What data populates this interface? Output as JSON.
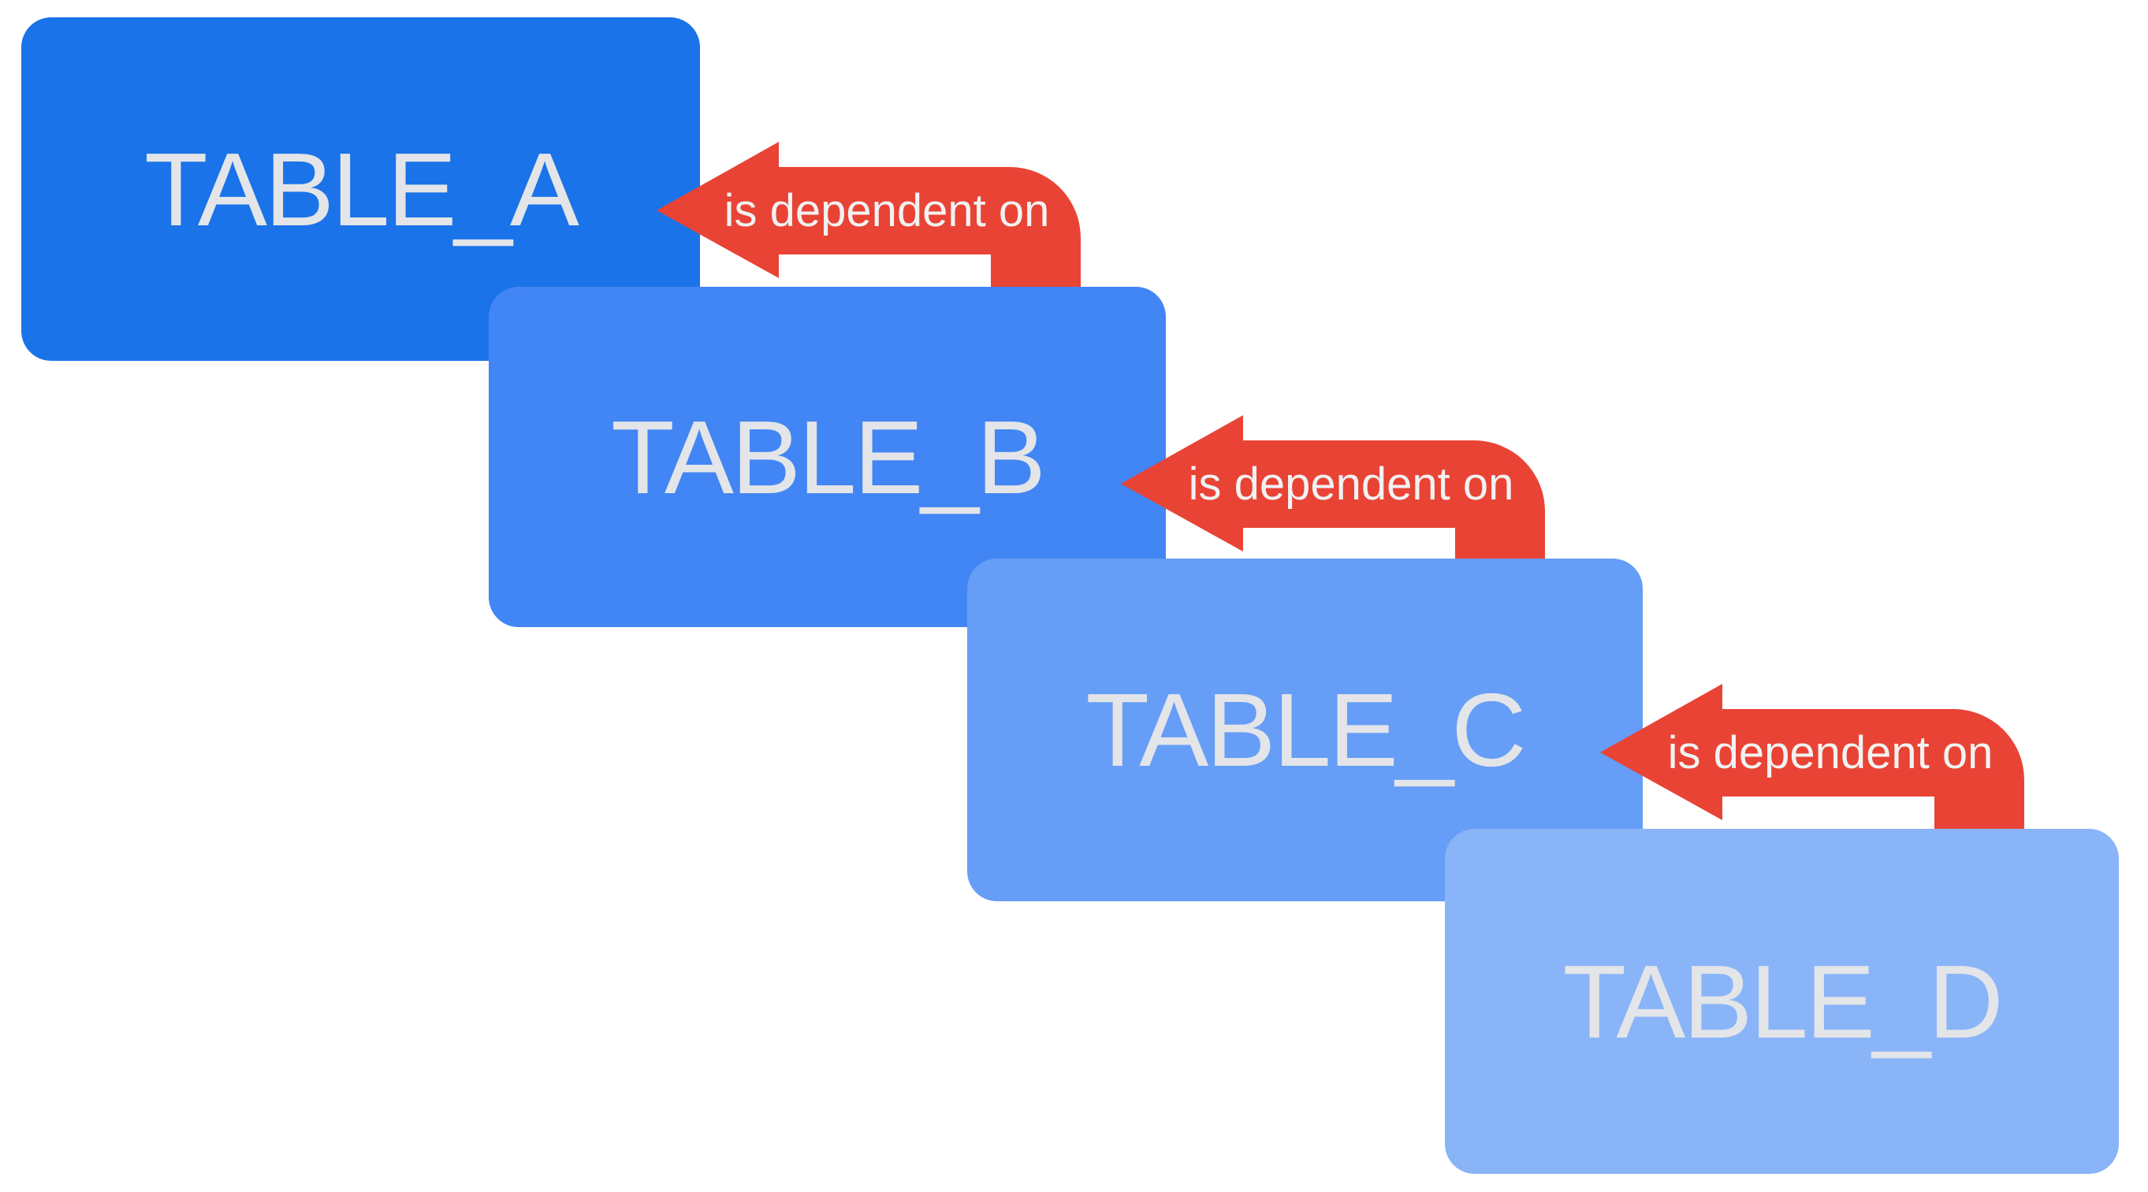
{
  "diagram": {
    "theme": {
      "background_color": "#ffffff",
      "arrow_color": "#e94335",
      "box_text_color": "#e3e5e8",
      "arrow_text_color": "#f1f2f2"
    },
    "tables": [
      {
        "name": "TABLE_A",
        "color": "#1a73e8"
      },
      {
        "name": "TABLE_B",
        "color": "#4285f4"
      },
      {
        "name": "TABLE_C",
        "color": "#669df6"
      },
      {
        "name": "TABLE_D",
        "color": "#8ab4f8"
      }
    ],
    "arrows": [
      {
        "label": "is dependent on",
        "from": "TABLE_B",
        "to": "TABLE_A"
      },
      {
        "label": "is dependent on",
        "from": "TABLE_C",
        "to": "TABLE_B"
      },
      {
        "label": "is dependent on",
        "from": "TABLE_D",
        "to": "TABLE_C"
      }
    ]
  }
}
